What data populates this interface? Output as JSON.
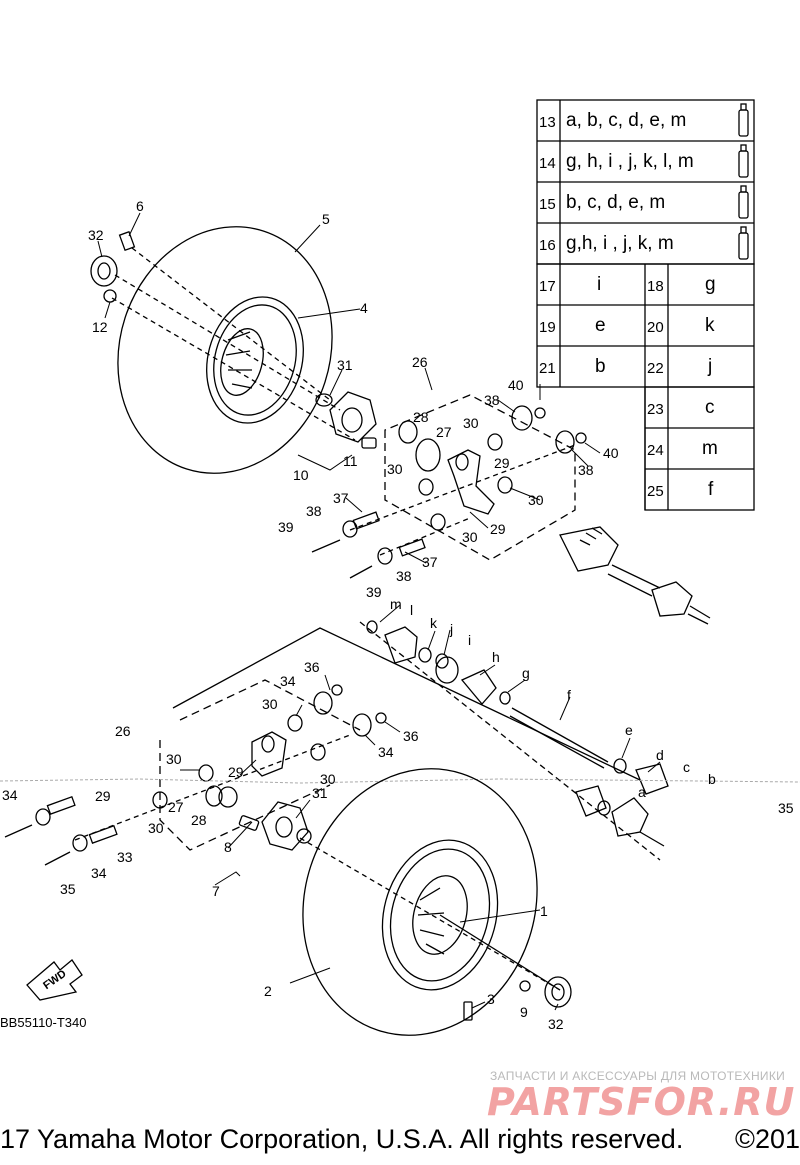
{
  "diagram": {
    "diagram_code": "BB55110-T340",
    "direction_label": "FWD",
    "copyright_left": "17 Yamaha Motor Corporation, U.S.A. All rights reserved.",
    "copyright_right": "©201"
  },
  "watermark": {
    "subtitle": "ЗАПЧАСТИ И АКСЕССУАРЫ ДЛЯ МОТОТЕХНИКИ",
    "brand": "PARTSFOR.RU"
  },
  "kit_table": {
    "rows": [
      {
        "num": "13",
        "parts": "a, b, c, d, e, m"
      },
      {
        "num": "14",
        "parts": "g, h, i , j, k, l, m"
      },
      {
        "num": "15",
        "parts": "b, c, d, e, m"
      },
      {
        "num": "16",
        "parts": "g,h, i , j, k, m"
      }
    ],
    "pairs": [
      {
        "num": "17",
        "parts": "i"
      },
      {
        "num": "18",
        "parts": "g"
      },
      {
        "num": "19",
        "parts": "e"
      },
      {
        "num": "20",
        "parts": "k"
      },
      {
        "num": "21",
        "parts": "b"
      },
      {
        "num": "22",
        "parts": "j"
      },
      {
        "num": "23",
        "parts": "c"
      },
      {
        "num": "24",
        "parts": "m"
      },
      {
        "num": "25",
        "parts": "f"
      }
    ]
  },
  "callouts": {
    "c6": "6",
    "c32a": "32",
    "c12": "12",
    "c5": "5",
    "c4": "4",
    "c31a": "31",
    "c26a": "26",
    "c40a": "40",
    "c38a": "38",
    "c28a": "28",
    "c27a": "27",
    "c30a": "30",
    "c30b": "30",
    "c11": "11",
    "c10": "10",
    "c29a": "29",
    "c40b": "40",
    "c38b": "38",
    "c30c": "30",
    "c37a": "37",
    "c38c": "38",
    "c39a": "39",
    "c29b": "29",
    "c30d": "30",
    "c37b": "37",
    "c38d": "38",
    "c39b": "39",
    "lm": "m",
    "ll": "l",
    "lk": "k",
    "lj": "j",
    "li": "i",
    "lh": "h",
    "lg": "g",
    "lf": "f",
    "le": "e",
    "ld": "d",
    "lc": "c",
    "lb": "b",
    "la": "a",
    "c36a": "36",
    "c34a": "34",
    "c30e": "30",
    "c26b": "26",
    "c34b": "34",
    "c36b": "36",
    "c30f": "30",
    "c29c": "29",
    "c30g": "30",
    "c34c": "34",
    "c29d": "29",
    "c27b": "27",
    "c31b": "31",
    "c30h": "30",
    "c28b": "28",
    "c8": "8",
    "c33": "33",
    "c34d": "34",
    "c35a": "35",
    "c35b": "35",
    "c7": "7",
    "c1": "1",
    "c2": "2",
    "c3": "3",
    "c9": "9",
    "c32b": "32"
  }
}
